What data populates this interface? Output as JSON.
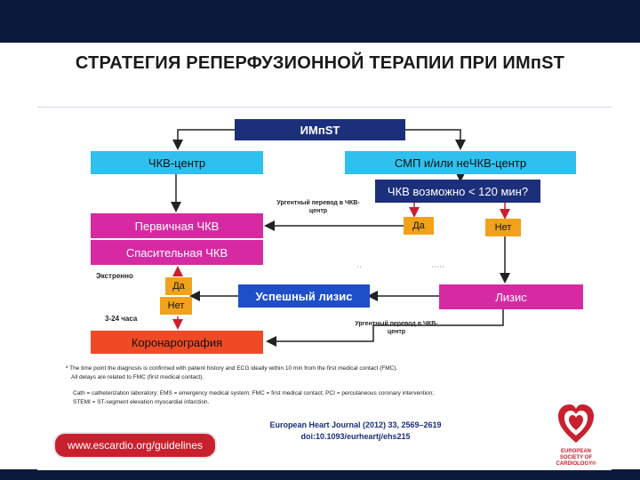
{
  "title": "СТРАТЕГИЯ РЕПЕРФУЗИОННОЙ ТЕРАПИИ ПРИ ИМпST",
  "boxes": {
    "top": "ИМпST",
    "pci_center": "ЧКВ-центр",
    "ems": "СМП и/или неЧКВ-центр",
    "pci_possible": "ЧКВ возможно < 120 мин?",
    "yes1": "Да",
    "no1": "Нет",
    "primary_pci": "Первичная ЧКВ",
    "rescue_pci": "Спасительная ЧКВ",
    "yes2": "Да",
    "no2": "Нет",
    "successful_lysis": "Успешный лизис",
    "lysis": "Лизис",
    "angiography": "Коронарография"
  },
  "labels": {
    "urgent_transfer_top": "Ургентный перевод в ЧКВ-центр",
    "urgent_transfer_bottom": "Ургентный перевод в ЧКВ-центр",
    "emergency": "Экстренно",
    "hours": "3-24 часа"
  },
  "notes": {
    "footnote1": "ª The time point the diagnosis is confirmed with patient history and ECG ideally within 10 min from the first medical contact (FMC).",
    "footnote2": "All delays are related to FMC (first medical contact).",
    "abbrev1": "Cath = catheterization laboratory; EMS = emergency medical system; FMC = first medical contact; PCI = percutaneous coronary intervention;",
    "abbrev2": "STEMI = ST-segment elevation myocardial infarction."
  },
  "footer": {
    "url": "www.escardio.org/guidelines",
    "ref_line1": "European Heart Journal (2012) 33, 2569–2619",
    "ref_line2": "doi:10.1093/eurheartj/ehs215",
    "esc": "EUROPEAN SOCIETY OF CARDIOLOGY®"
  },
  "colors": {
    "navy": "#1b2f7a",
    "cyan": "#2ec0ee",
    "magenta": "#d62aa2",
    "orange": "#f2a21a",
    "red": "#ef4a26",
    "brand_red": "#c8202e"
  }
}
